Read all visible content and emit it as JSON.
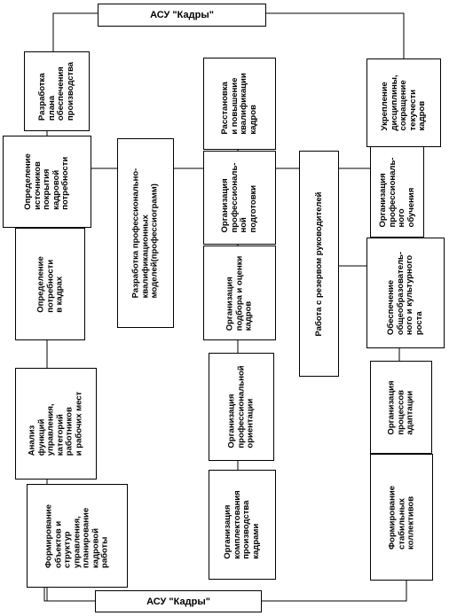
{
  "diagram": {
    "top_system": "АСУ \"Кадры\"",
    "bottom_system": "АСУ \"Кадры\"",
    "boxes": {
      "plan": "Разработка\nплана\nобеспечения\nпроизводства",
      "sources": "Определение\nисточников\nпокрытия\nкадровой\nпотребности",
      "need": "Определение\nпотребности\nв кадрах",
      "analysis": "Анализ\nфункций\nуправления,\nкатегорий\nработников\nи рабочих мест",
      "structures": "Формирование\nобъектов и\nструктур\nуправления,\nпланирование\nкадровой\nработы",
      "models": "Разработка профессионально-\nквалификационных\nмоделей(профессиограмм)",
      "placement": "Расстановка\nи повышение\nквалификации\nкадров",
      "training": "Организация\nпрофессиональ-\nной\nподготовки",
      "selection": "Организация\nподбора и оценки\nкадров",
      "orientation": "Организация\nпрофессиональной\nориентации",
      "staffing": "Организация\nкомплектования\nпроизводства\nкадрами",
      "reserve": "Работа с резервом руководителей",
      "discipline": "Укрепление\nдисциплины,\nсокращение\nтекучести\nкадров",
      "profedu": "Организация\nпрофессиональ-\nного\nобучения",
      "general": "Обеспечение\nобщеобразователь-\nного и культурного\nроста",
      "adaptation": "Организация\nпроцессов\nадаптации",
      "collectives": "Формирование\nстабильных\nколлективов"
    }
  }
}
